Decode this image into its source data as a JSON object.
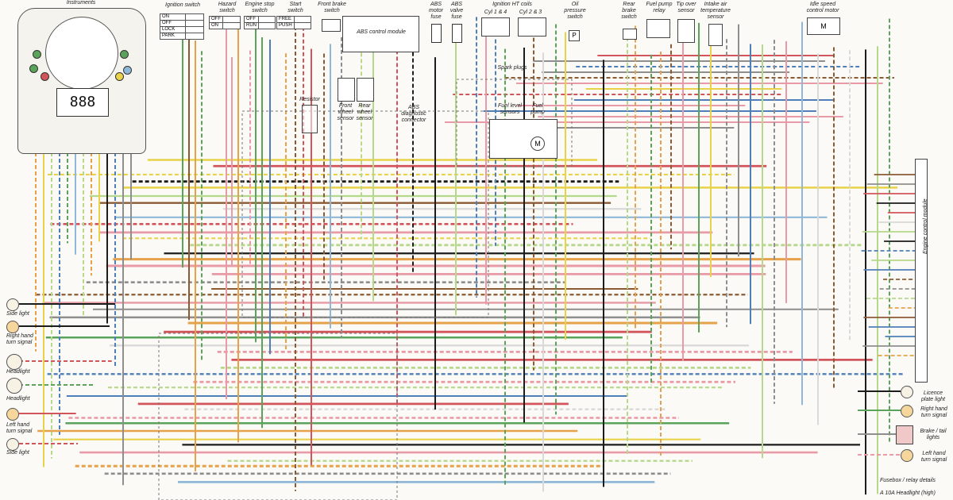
{
  "labels": {
    "instruments": "Instruments",
    "ignition_switch": "Ignition switch",
    "hazard_switch": "Hazard\nswitch",
    "engine_stop_switch": "Engine stop\nswitch",
    "start_switch": "Start\nswitch",
    "front_brake_switch": "Front brake\nswitch",
    "abs_control_module": "ABS control module",
    "abs_motor_fuse": "ABS\nmotor\nfuse",
    "abs_valve_fuse": "ABS\nvalve\nfuse",
    "ignition_ht_coils": "Ignition HT coils",
    "cyl_1_4": "Cyl 1 & 4",
    "cyl_2_3": "Cyl 2 & 3",
    "spark_plugs": "Spark plugs",
    "oil_pressure_switch": "Oil\npressure\nswitch",
    "rear_brake_switch": "Rear\nbrake\nswitch",
    "fuel_pump_relay": "Fuel pump\nrelay",
    "tip_over_sensor": "Tip over\nsensor",
    "intake_air_temp_sensor": "Intake air\ntemperature\nsensor",
    "idle_speed_control_motor": "Idle speed\ncontrol motor",
    "resistor": "Resistor",
    "front_wheel_sensor": "Front\nwheel\nsensor",
    "rear_wheel_sensor": "Rear\nwheel\nsensor",
    "abs_diagnostic_connector": "ABS\ndiagnostic\nconnector",
    "fuel_level_sensors": "Fuel level\nsensors",
    "fuel_pump": "Fuel\npump",
    "engine_control_module": "Engine control module",
    "side_light_top": "Side light",
    "rh_turn_signal_front": "Right hand\nturn signal",
    "headlight_1": "Headlight",
    "headlight_2": "Headlight",
    "lh_turn_signal_front": "Left hand\nturn signal",
    "side_light_bottom": "Side light",
    "licence_plate_light": "Licence\nplate light",
    "rh_turn_signal_rear": "Right hand\nturn signal",
    "brake_tail_lights": "Brake / tail\nlights",
    "lh_turn_signal_rear": "Left hand\nturn signal",
    "fusebox_details": "Fusebox / relay details",
    "fuse_a": "A   10A   Headlight (high)",
    "lcd_digits": "888",
    "motor_symbol": "M",
    "pressure_symbol": "P"
  },
  "ignition_table": [
    "ON",
    "OFF",
    "LOCK",
    "PARK"
  ],
  "hazard_table": [
    "OFF",
    "ON"
  ],
  "stop_table": [
    "OFF",
    "RUN"
  ],
  "start_table": [
    "FREE",
    "PUSH"
  ],
  "colors": {
    "black": "#1c1c1c",
    "grey": "#8e8e8e",
    "yellow": "#e8d24a",
    "green": "#5aa35a",
    "red": "#d2555c",
    "pink": "#e89aa6",
    "blue": "#4f7fb8",
    "lightblue": "#8fb8d8",
    "orange": "#e6a24a",
    "brown": "#8a5a33",
    "white": "#d9d9d9",
    "lightgreen": "#b5d88a"
  }
}
